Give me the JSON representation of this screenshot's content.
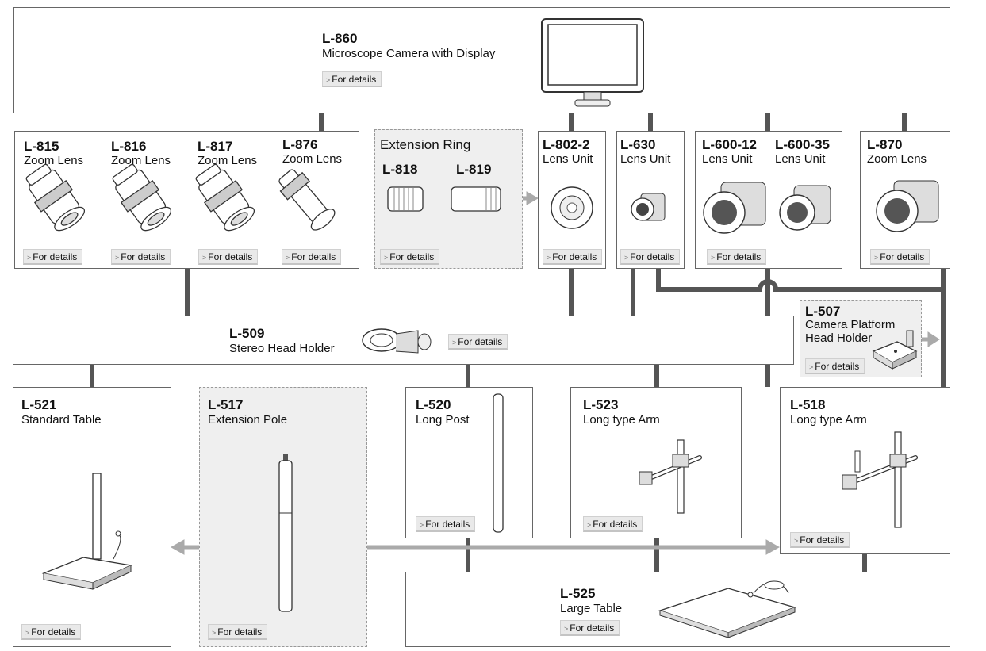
{
  "details_label": "For details",
  "products": {
    "l860": {
      "code": "L-860",
      "name": "Microscope Camera with Display"
    },
    "l815": {
      "code": "L-815",
      "name": "Zoom Lens"
    },
    "l816": {
      "code": "L-816",
      "name": "Zoom Lens"
    },
    "l817": {
      "code": "L-817",
      "name": "Zoom Lens"
    },
    "l876": {
      "code": "L-876",
      "name": "Zoom Lens"
    },
    "ext_ring": {
      "title": "Extension Ring",
      "l818": "L-818",
      "l819": "L-819"
    },
    "l802": {
      "code": "L-802-2",
      "name": "Lens Unit"
    },
    "l630": {
      "code": "L-630",
      "name": "Lens Unit"
    },
    "l600_12": {
      "code": "L-600-12",
      "name": "Lens Unit"
    },
    "l600_35": {
      "code": "L-600-35",
      "name": "Lens Unit"
    },
    "l870": {
      "code": "L-870",
      "name": "Zoom Lens"
    },
    "l509": {
      "code": "L-509",
      "name": "Stereo Head Holder"
    },
    "l507": {
      "code": "L-507",
      "name1": "Camera Platform",
      "name2": "Head Holder"
    },
    "l521": {
      "code": "L-521",
      "name": "Standard Table"
    },
    "l517": {
      "code": "L-517",
      "name": "Extension Pole"
    },
    "l520": {
      "code": "L-520",
      "name": "Long Post"
    },
    "l523": {
      "code": "L-523",
      "name": "Long type Arm"
    },
    "l518": {
      "code": "L-518",
      "name": "Long type Arm"
    },
    "l525": {
      "code": "L-525",
      "name": "Large Table"
    }
  }
}
